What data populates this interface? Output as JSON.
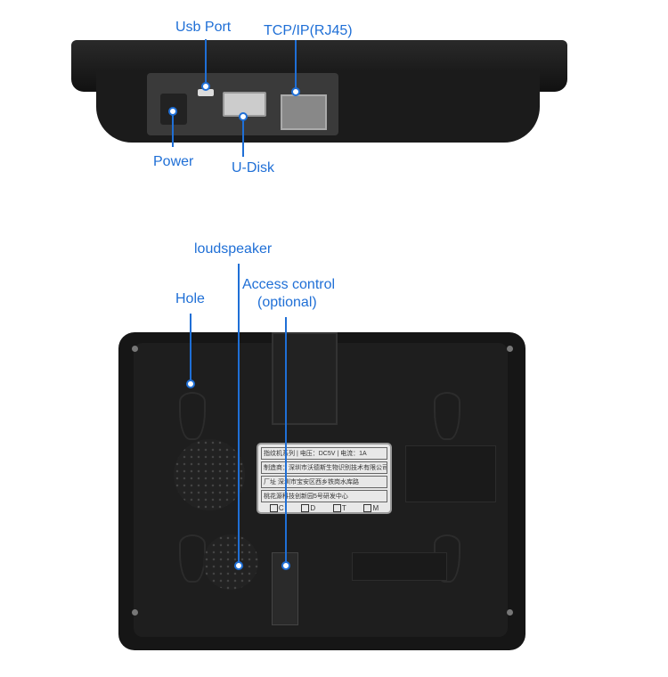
{
  "top_view": {
    "labels": {
      "usb_port": "Usb Port",
      "tcp_ip": "TCP/IP(RJ45)",
      "power": "Power",
      "u_disk": "U-Disk"
    }
  },
  "back_view": {
    "labels": {
      "loudspeaker": "loudspeaker",
      "hole": "Hole",
      "access_control": "Access control",
      "access_control_note": "(optional)"
    },
    "sticker": {
      "row1": [
        "指纹机系列",
        "电压：DC5V",
        "电流：1A"
      ],
      "row2": "制造商：深圳市沃德斯生物识别技术有限公司",
      "row3_label": "厂址",
      "row3": "深圳市宝安区西乡铁岗水库路",
      "row4": "桃花源科技创新园5号研发中心",
      "checks": [
        "C",
        "D",
        "T",
        "M"
      ]
    }
  },
  "colors": {
    "annotation": "#1f6fd6",
    "device": "#1c1c1c"
  }
}
